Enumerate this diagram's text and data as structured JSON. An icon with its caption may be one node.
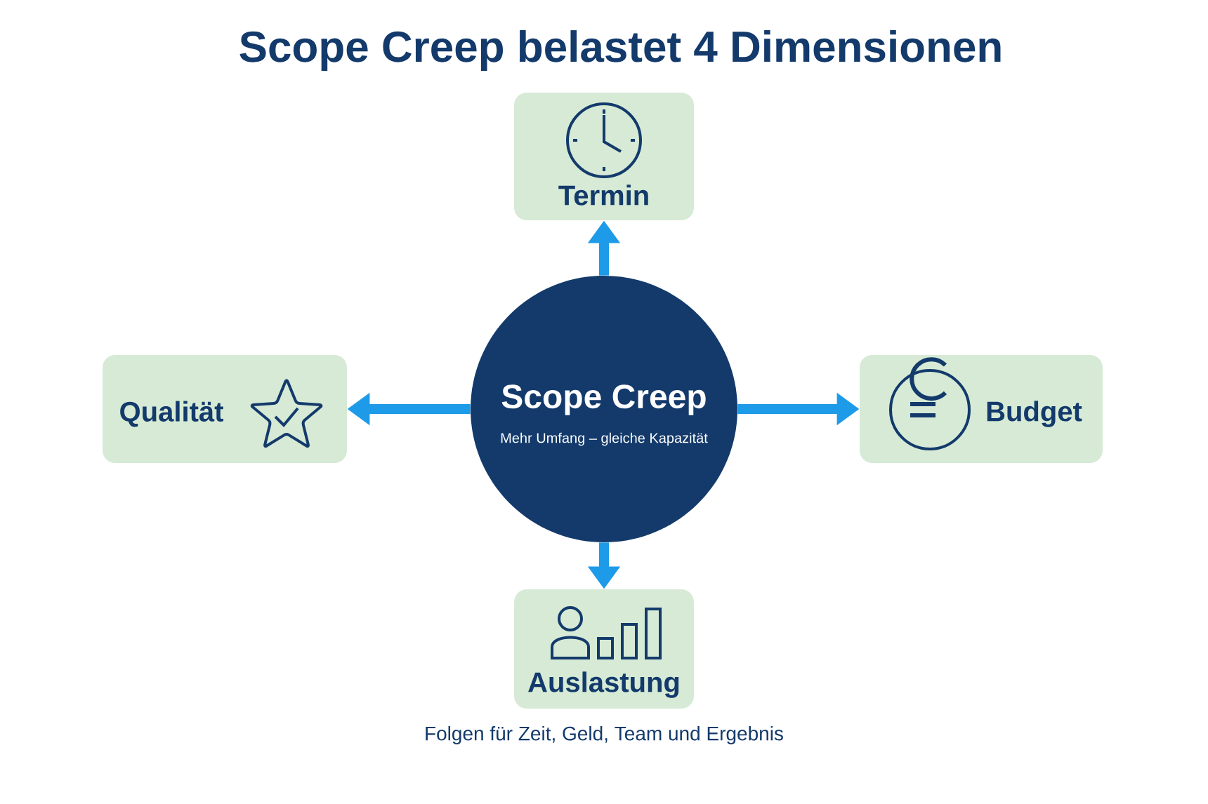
{
  "diagram": {
    "title": "Scope Creep belastet 4 Dimensionen",
    "caption": "Folgen für Zeit, Geld, Team und Ergebnis",
    "nodes": [
      {
        "text": [
          "Scope Creep",
          "Mehr Umfang – gleiche Kapazität"
        ]
      },
      {
        "text": [
          "Termin"
        ]
      },
      {
        "text": [
          "Qualität"
        ]
      },
      {
        "text": [
          "Budget"
        ]
      },
      {
        "text": [
          "Auslastung"
        ]
      }
    ],
    "edges": [
      {
        "from": 0,
        "to": 1,
        "arrow": "to"
      },
      {
        "from": 0,
        "to": 2,
        "arrow": "to"
      },
      {
        "from": 0,
        "to": 3,
        "arrow": "to"
      },
      {
        "from": 0,
        "to": 4,
        "arrow": "to"
      }
    ]
  }
}
